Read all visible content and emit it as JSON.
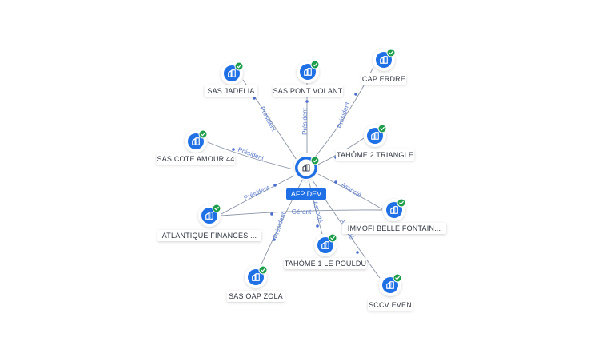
{
  "center": {
    "label": "AFP DEV",
    "icon": "building-icon"
  },
  "nodes": [
    {
      "id": "sas-jadelia",
      "label": "SAS JADELIA"
    },
    {
      "id": "sas-pont-volant",
      "label": "SAS PONT VOLANT"
    },
    {
      "id": "cap-erdre",
      "label": "CAP ERDRE"
    },
    {
      "id": "sas-cote-amour-44",
      "label": "SAS COTE AMOUR 44"
    },
    {
      "id": "tahome-2-triangle",
      "label": "TAHÔME 2 TRIANGLE"
    },
    {
      "id": "atlantique-finances",
      "label": "ATLANTIQUE FINANCES ..."
    },
    {
      "id": "immofi-belle-fontaine",
      "label": "IMMOFI BELLE FONTAIN..."
    },
    {
      "id": "tahome-1-le-pouldu",
      "label": "TAHÔME 1 LE POULDU"
    },
    {
      "id": "sas-oap-zola",
      "label": "SAS OAP ZOLA"
    },
    {
      "id": "sccv-even",
      "label": "SCCV EVEN"
    }
  ],
  "edges": [
    {
      "target": "sas-jadelia",
      "label": "Président"
    },
    {
      "target": "sas-pont-volant",
      "label": "Président"
    },
    {
      "target": "cap-erdre",
      "label": "Président"
    },
    {
      "target": "sas-cote-amour-44",
      "label": "Président"
    },
    {
      "target": "tahome-2-triangle",
      "label": ""
    },
    {
      "target": "atlantique-finances",
      "label": "Président"
    },
    {
      "target": "immofi-belle-fontaine",
      "label": "Associé"
    },
    {
      "target": "tahome-1-le-pouldu",
      "label": "Associé"
    },
    {
      "target": "sas-oap-zola",
      "label": "Président"
    },
    {
      "target": "sccv-even",
      "label": "Associé"
    },
    {
      "target": "atlantique-finances-immofi",
      "label": "Gérant"
    }
  ],
  "colors": {
    "node_blue": "#1f6fe5",
    "check_green": "#1e9e4a",
    "edge_gray": "#8a94a6",
    "edge_label": "#5b7bc9"
  }
}
